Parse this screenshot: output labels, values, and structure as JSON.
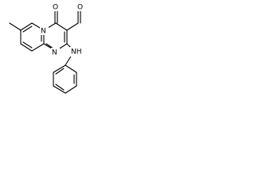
{
  "molecule": {
    "atoms": {
      "oxygen_carbonyl": "O",
      "oxygen_aldehyde": "O",
      "ring_nitrogen_bridge": "N",
      "ring_nitrogen": "N",
      "amine": "NH"
    }
  }
}
